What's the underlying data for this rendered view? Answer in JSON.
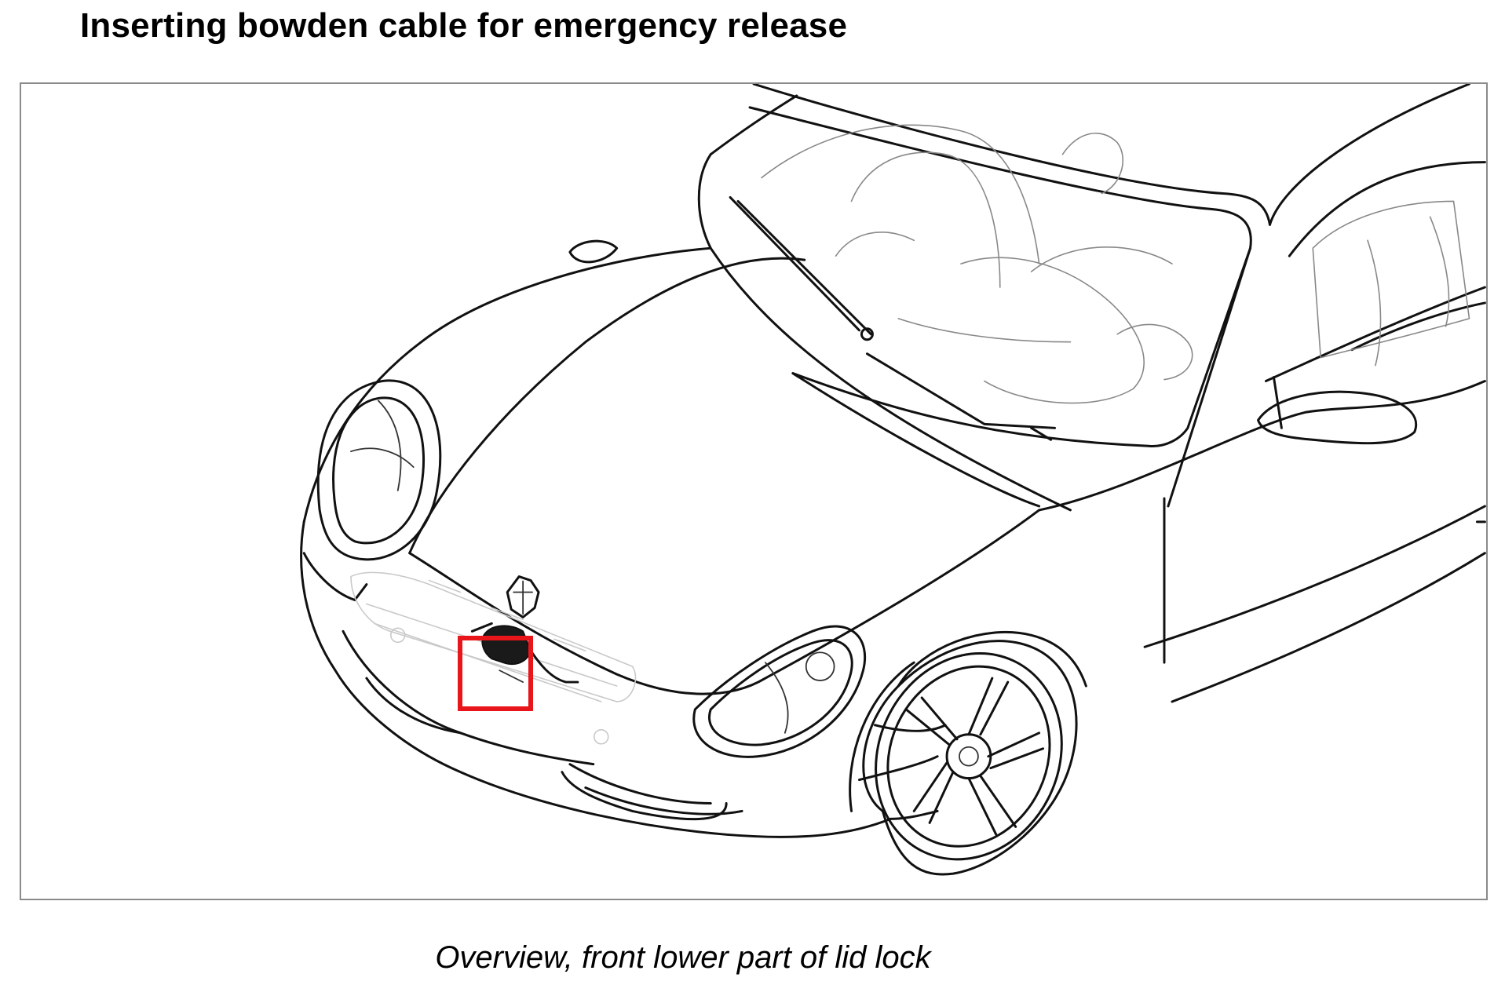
{
  "document": {
    "title": "Inserting bowden cable for emergency release",
    "caption": "Overview, front lower part of lid lock"
  },
  "figure": {
    "subject": "line-drawing-car-front-three-quarter",
    "highlight_color": "#e8151b",
    "frame_border_color": "#8a8a8a"
  }
}
